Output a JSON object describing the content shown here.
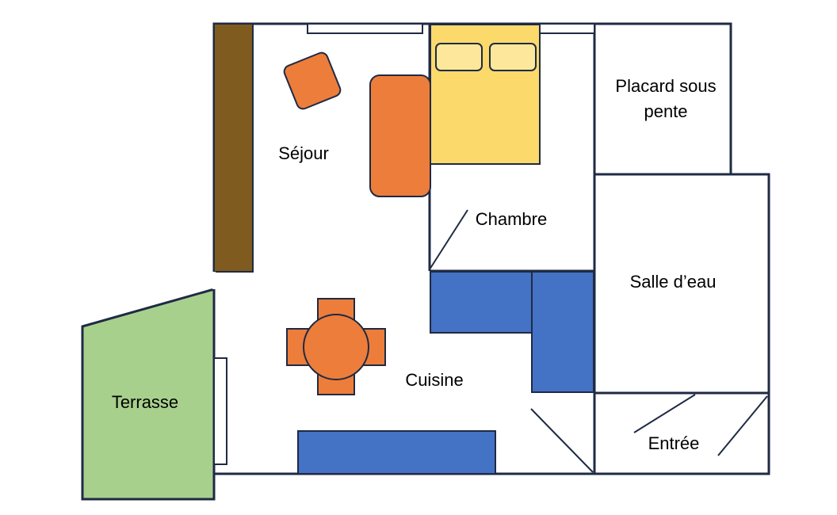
{
  "rooms": {
    "sejour": "Séjour",
    "chambre": "Chambre",
    "placard_line1": "Placard sous",
    "placard_line2": "pente",
    "salle_eau": "Salle d’eau",
    "terrasse": "Terrasse",
    "cuisine": "Cuisine",
    "entree": "Entrée"
  },
  "colors": {
    "wall_stroke": "#1f2a44",
    "furniture_orange": "#ed7d3a",
    "bed_yellow": "#fcd96b",
    "pillow_yellow": "#fde79a",
    "cabinet_blue": "#4472c4",
    "terrace_green": "#a8d08d",
    "storage_brown": "#7f5b1f"
  }
}
